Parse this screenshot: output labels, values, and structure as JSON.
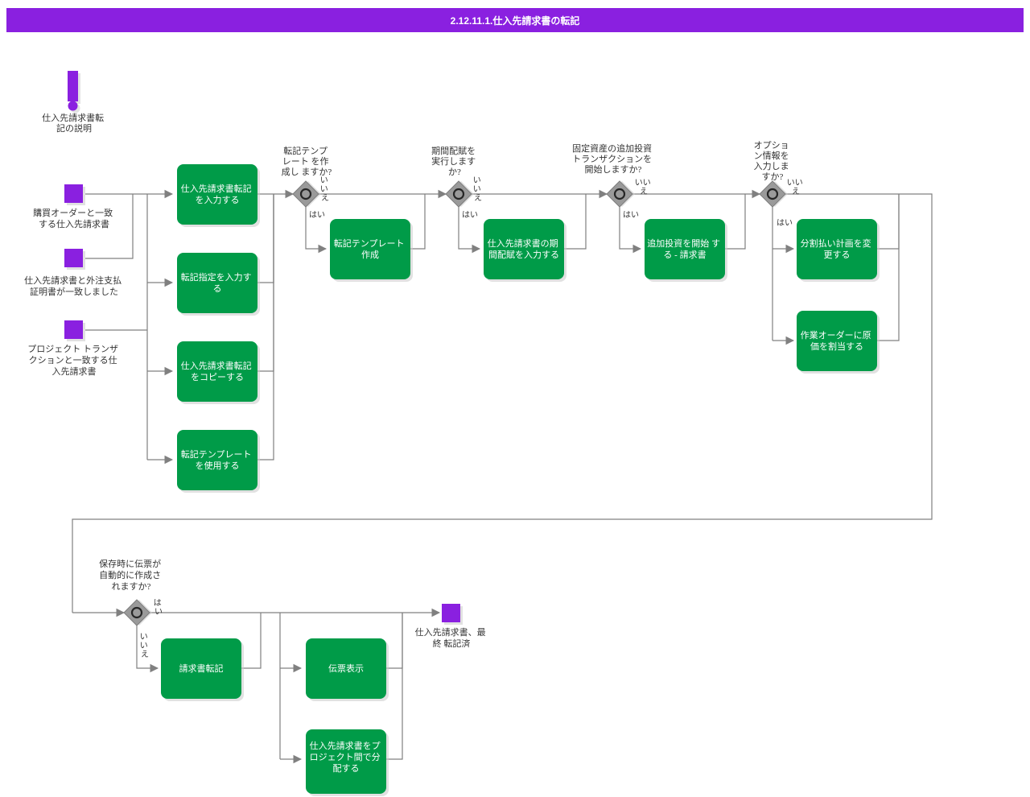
{
  "header": {
    "title": "2.12.11.1.仕入先請求書の転記",
    "bar_color": "#8A20E0",
    "text_color": "#ffffff"
  },
  "theme": {
    "task_fill": "#009B48",
    "event_fill": "#8A20E0",
    "gateway_fill": "#9a9a9a",
    "edge_color": "#808080",
    "page_background": "#ffffff"
  },
  "annotation": {
    "icon": "exclamation-mark-icon",
    "label": "仕入先請求書転記の説明"
  },
  "start_events": [
    {
      "id": "start1",
      "label": "購買オーダーと一致する仕入先請求書",
      "lines": [
        "購買オーダーと一致",
        "する仕入先請求書"
      ]
    },
    {
      "id": "start2",
      "label": "仕入先請求書と外注支払証明書が一致しました",
      "lines": [
        "仕入先請求書と外注支払",
        "証明書が一致しました"
      ]
    },
    {
      "id": "start3",
      "label": "プロジェクト トランザクションと一致する仕入先請求書",
      "lines": [
        "プロジェクト トランザ",
        "クションと一致する仕",
        "入先請求書"
      ]
    }
  ],
  "end_events": [
    {
      "id": "end1",
      "label": "仕入先請求書、最終 転記済",
      "lines": [
        "仕入先請求書、最",
        "終 転記済"
      ]
    }
  ],
  "tasks": [
    {
      "id": "t1",
      "label": "仕入先請求書転記を入力する",
      "lines": [
        "仕入先請求書転記",
        "を入力する"
      ]
    },
    {
      "id": "t2",
      "label": "転記指定を入力する",
      "lines": [
        "転記指定を入力す",
        "る"
      ]
    },
    {
      "id": "t3",
      "label": "仕入先請求書転記をコピーする",
      "lines": [
        "仕入先請求書転記",
        "をコピーする"
      ]
    },
    {
      "id": "t4",
      "label": "転記テンプレートを使用する",
      "lines": [
        "転記テンプレート",
        "を使用する"
      ]
    },
    {
      "id": "t5",
      "label": "転記テンプレート作成",
      "lines": [
        "転記テンプレート",
        "作成"
      ]
    },
    {
      "id": "t6",
      "label": "仕入先請求書の期間配賦を入力する",
      "lines": [
        "仕入先請求書の期",
        "間配賦を入力する"
      ]
    },
    {
      "id": "t7",
      "label": "追加投資を開始する - 請求書",
      "lines": [
        "追加投資を開始 す",
        "る - 請求書"
      ]
    },
    {
      "id": "t8",
      "label": "分割払い計画を変更する",
      "lines": [
        "分割払い計画を変",
        "更する"
      ]
    },
    {
      "id": "t9",
      "label": "作業オーダーに原価を割当する",
      "lines": [
        "作業オーダーに原",
        "価を割当する"
      ]
    },
    {
      "id": "t10",
      "label": "請求書転記",
      "lines": [
        "請求書転記"
      ]
    },
    {
      "id": "t11",
      "label": "伝票表示",
      "lines": [
        "伝票表示"
      ]
    },
    {
      "id": "t12",
      "label": "仕入先請求書をプロジェクト間で分配する",
      "lines": [
        "仕入先請求書をプ",
        "ロジェクト間で分",
        "配する"
      ]
    }
  ],
  "gateways": [
    {
      "id": "g1",
      "question": "転記テンプレートを作成しますか?",
      "lines": [
        "転記テンプ",
        "レート を作",
        "成し ますか?"
      ],
      "no_label": "いいえ",
      "no_lines": [
        "い",
        "い",
        "え"
      ],
      "yes_label": "はい",
      "yes_lines": [
        "はい"
      ]
    },
    {
      "id": "g2",
      "question": "期間配賦を実行しますか?",
      "lines": [
        "期間配賦を",
        "実行します",
        "か?"
      ],
      "no_label": "いいえ",
      "no_lines": [
        "い",
        "い",
        "え"
      ],
      "yes_label": "はい",
      "yes_lines": [
        "はい"
      ]
    },
    {
      "id": "g3",
      "question": "固定資産の追加投資トランザクションを開始しますか?",
      "lines": [
        "固定資産の追加投資",
        "トランザクションを",
        "開始しますか?"
      ],
      "no_label": "いいえ",
      "no_lines": [
        "いい",
        "え"
      ],
      "yes_label": "はい",
      "yes_lines": [
        "はい"
      ]
    },
    {
      "id": "g4",
      "question": "オプション情報を入力しますか?",
      "lines": [
        "オプショ",
        "ン情報を",
        "入力しま",
        "すか?"
      ],
      "no_label": "いいえ",
      "no_lines": [
        "いい",
        "え"
      ],
      "yes_label": "はい",
      "yes_lines": [
        "はい"
      ]
    },
    {
      "id": "g5",
      "question": "保存時に伝票が自動的に作成されますか?",
      "lines": [
        "保存時に伝票が",
        "自動的に作成さ",
        "れますか?"
      ],
      "no_label": "いいえ",
      "no_lines": [
        "い",
        "い",
        "え"
      ],
      "yes_label": "はい",
      "yes_lines": [
        "は",
        "い"
      ]
    }
  ]
}
